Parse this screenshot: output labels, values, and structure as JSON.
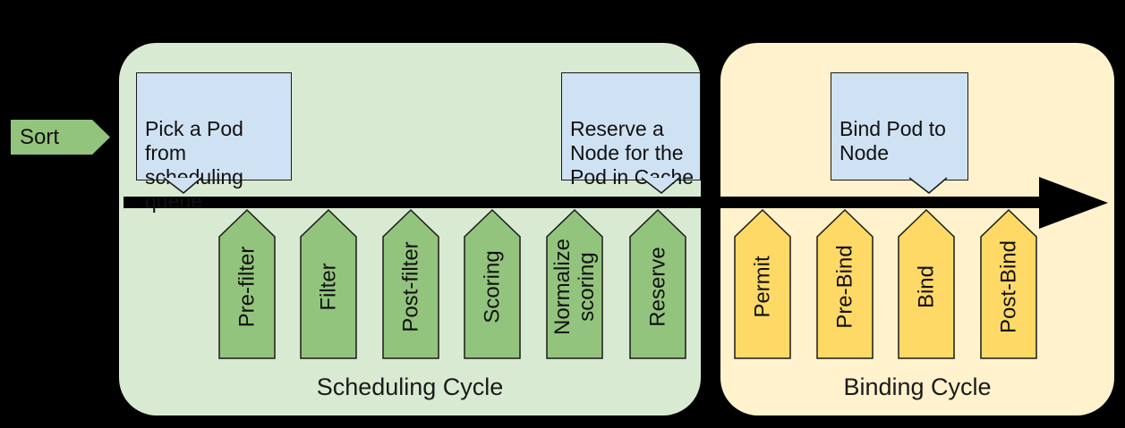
{
  "colors": {
    "background": "#000000",
    "scheduling_box": "#d9ead3",
    "binding_box": "#fff2cc",
    "green_stage_fill": "#93c47d",
    "yellow_stage_fill": "#ffd966",
    "callout_fill": "#cfe2f3",
    "outline": "#1a1a1a",
    "timeline": "#000000",
    "text": "#111111"
  },
  "sort": {
    "label": "Sort"
  },
  "callouts": {
    "pick_pod": {
      "text": "Pick a Pod from\nscheduling\nqueue"
    },
    "reserve_node": {
      "text": "Reserve a\nNode for the\nPod in Cache"
    },
    "bind_pod": {
      "text": "Bind Pod to\nNode"
    }
  },
  "scheduling": {
    "title": "Scheduling Cycle",
    "stages": [
      {
        "label": "Pre-filter"
      },
      {
        "label": "Filter"
      },
      {
        "label": "Post-filter"
      },
      {
        "label": "Scoring"
      },
      {
        "label": "Normalize\nscoring"
      },
      {
        "label": "Reserve"
      }
    ]
  },
  "binding": {
    "title": "Binding Cycle",
    "stages": [
      {
        "label": "Permit"
      },
      {
        "label": "Pre-Bind"
      },
      {
        "label": "Bind"
      },
      {
        "label": "Post-Bind"
      }
    ]
  }
}
